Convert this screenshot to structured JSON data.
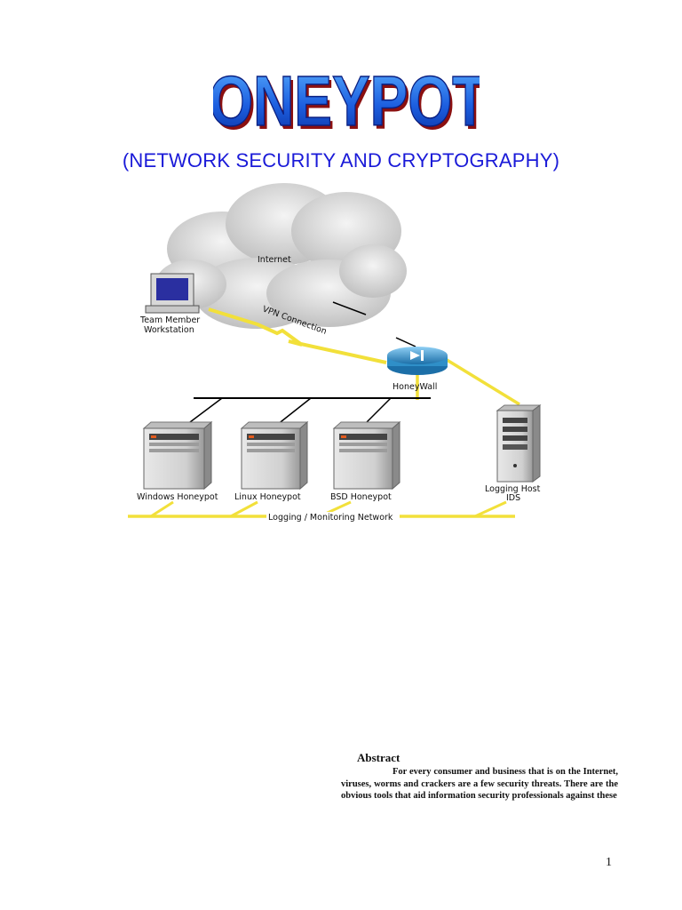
{
  "title": "HONEYPOTS",
  "subtitle": "(NETWORK SECURITY AND CRYPTOGRAPHY)",
  "diagram": {
    "internet_label": "Internet",
    "vpn_label": "VPN Connection",
    "workstation_label_1": "Team Member",
    "workstation_label_2": "Workstation",
    "honeywall_label": "HoneyWall",
    "windows_label": "Windows Honeypot",
    "linux_label": "Linux Honeypot",
    "bsd_label": "BSD Honeypot",
    "logging_label_1": "Logging Host",
    "logging_label_2": "IDS",
    "network_label": "Logging / Monitoring Network",
    "colors": {
      "link": "#f2e03a",
      "router": "#2f8fc8",
      "line": "#000000"
    }
  },
  "abstract": {
    "heading": "Abstract",
    "body": "For every consumer and business that is on the Internet, viruses, worms and crackers are a few security threats. There are the obvious tools that aid information security professionals against these"
  },
  "page_number": "1"
}
